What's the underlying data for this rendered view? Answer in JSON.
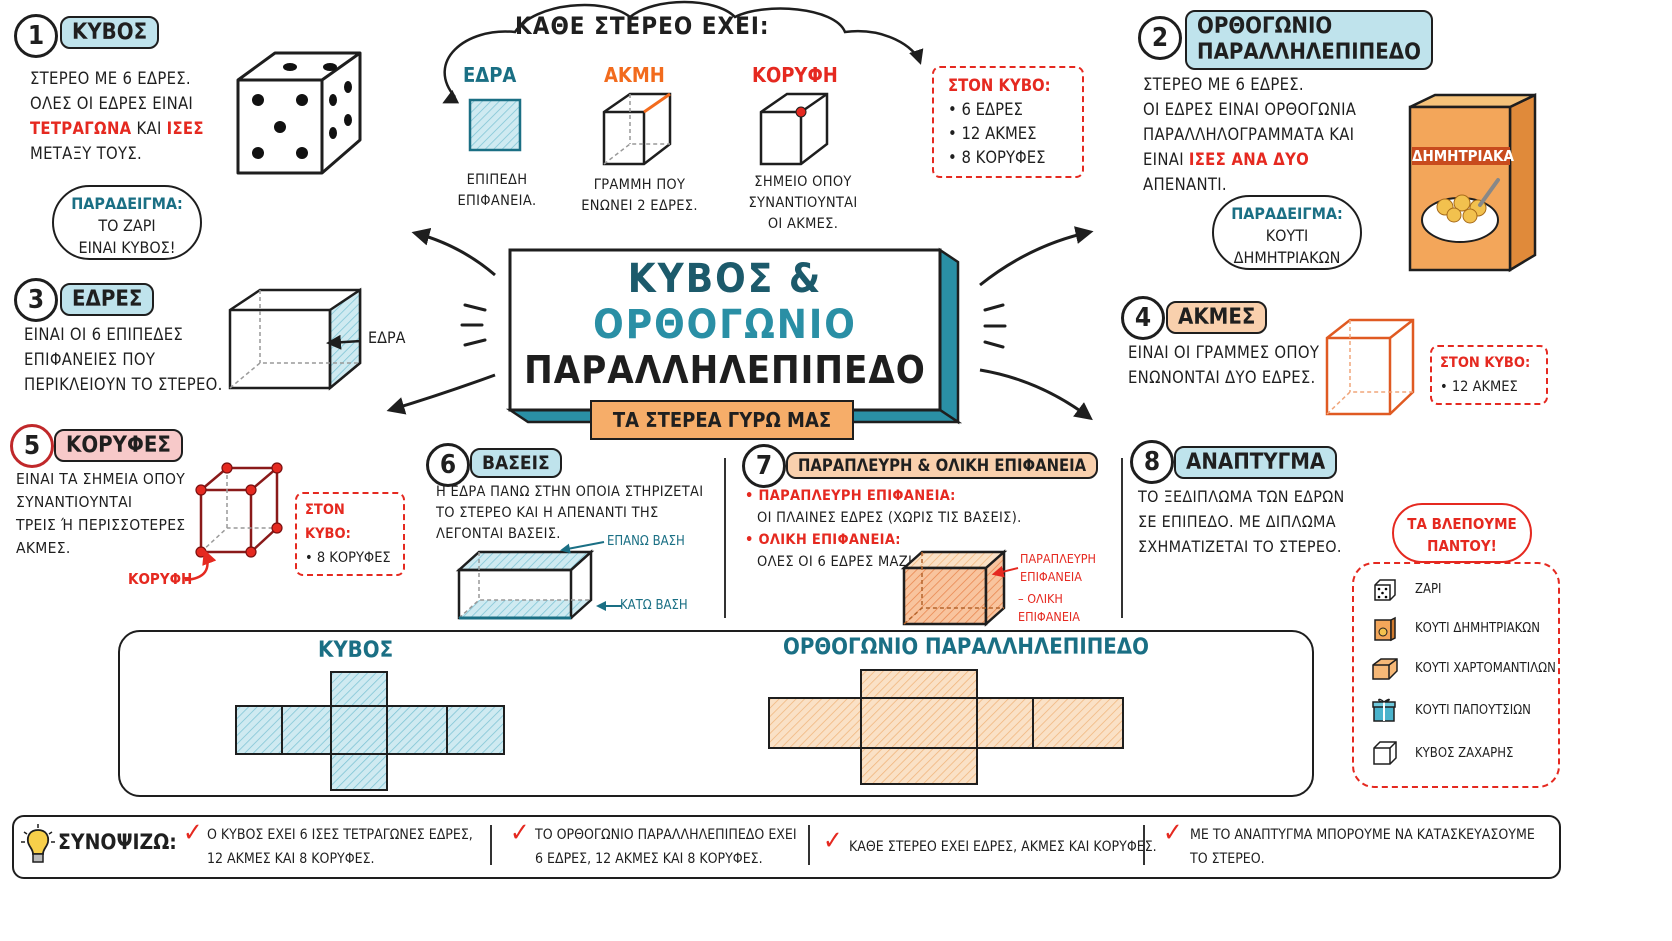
{
  "title": {
    "line1": "ΚΥΒΟΣ &",
    "line2": "ΟΡΘΟΓΩΝΙΟ",
    "line3": "ΠΑΡΑΛΛΗΛΕΠΙΠΕΔΟ",
    "ribbon": "ΤΑ ΣΤΕΡΕΑ ΓΥΡΩ ΜΑΣ"
  },
  "cloud": {
    "heading": "ΚΑΘΕ ΣΤΕΡΕΟ ΕΧΕΙ:",
    "items": [
      {
        "label": "ΕΔΡΑ",
        "desc1": "ΕΠΙΠΕΔΗ",
        "desc2": "ΕΠΙΦΑΝΕΙΑ.",
        "desc3": ""
      },
      {
        "label": "ΑΚΜΗ",
        "desc1": "ΓΡΑΜΜΗ ΠΟΥ",
        "desc2": "ΕΝΩΝΕΙ 2 ΕΔΡΕΣ.",
        "desc3": ""
      },
      {
        "label": "ΚΟΡΥΦΗ",
        "desc1": "ΣΗΜΕΙΟ ΟΠΟΥ",
        "desc2": "ΣΥΝΑΝΤΙΟΥΝΤΑΙ",
        "desc3": "ΟΙ ΑΚΜΕΣ."
      }
    ],
    "cube_box": {
      "title": "ΣΤΟΝ ΚΥΒΟ:",
      "l1": "• 6 ΕΔΡΕΣ",
      "l2": "• 12 ΑΚΜΕΣ",
      "l3": "• 8 ΚΟΡΥΦΕΣ"
    }
  },
  "s1": {
    "num": "1",
    "tag": "ΚΥΒΟΣ",
    "l1": "ΣΤΕΡΕΟ ΜΕ 6 ΕΔΡΕΣ.",
    "l2": "ΟΛΕΣ ΟΙ ΕΔΡΕΣ ΕΙΝΑΙ",
    "l3a": "ΤΕΤΡΑΓΩΝΑ",
    "l3b": " ΚΑΙ ",
    "l3c": "ΙΣΕΣ",
    "l4": "ΜΕΤΑΞΥ ΤΟΥΣ.",
    "bubble_title": "ΠΑΡΑΔΕΙΓΜΑ:",
    "bubble_l1": "ΤΟ ΖΑΡΙ",
    "bubble_l2": "ΕΙΝΑΙ ΚΥΒΟΣ!"
  },
  "s2": {
    "num": "2",
    "tag1": "ΟΡΘΟΓΩΝΙΟ",
    "tag2": "ΠΑΡΑΛΛΗΛΕΠΙΠΕΔΟ",
    "l1": "ΣΤΕΡΕΟ ΜΕ 6 ΕΔΡΕΣ.",
    "l2": "ΟΙ ΕΔΡΕΣ ΕΙΝΑΙ ΟΡΘΟΓΩΝΙΑ",
    "l3": "ΠΑΡΑΛΛΗΛΟΓΡΑΜΜΑΤΑ ΚΑΙ",
    "l4a": "ΕΙΝΑΙ ",
    "l4b": "ΙΣΕΣ ΑΝΑ ΔΥΟ",
    "l5": "ΑΠΕΝΑΝΤΙ.",
    "bubble_title": "ΠΑΡΑΔΕΙΓΜΑ:",
    "bubble_l1": "ΚΟΥΤΙ",
    "bubble_l2": "ΔΗΜΗΤΡΙΑΚΩΝ",
    "box_label": "ΔΗΜΗΤΡΙΑΚΑ"
  },
  "s3": {
    "num": "3",
    "tag": "ΕΔΡΕΣ",
    "l1": "ΕΙΝΑΙ ΟΙ 6 ΕΠΙΠΕΔΕΣ",
    "l2": "ΕΠΙΦΑΝΕΙΕΣ ΠΟΥ",
    "l3": "ΠΕΡΙΚΛΕΙΟΥΝ ΤΟ ΣΤΕΡΕΟ.",
    "pointer": "ΕΔΡΑ"
  },
  "s4": {
    "num": "4",
    "tag": "ΑΚΜΕΣ",
    "l1": "ΕΙΝΑΙ ΟΙ ΓΡΑΜΜΕΣ ΟΠΟΥ",
    "l2": "ΕΝΩΝΟΝΤΑΙ ΔΥΟ ΕΔΡΕΣ.",
    "box_title": "ΣΤΟΝ ΚΥΒΟ:",
    "box_l1": "• 12 ΑΚΜΕΣ"
  },
  "s5": {
    "num": "5",
    "tag": "ΚΟΡΥΦΕΣ",
    "l1": "ΕΙΝΑΙ ΤΑ ΣΗΜΕΙΑ ΟΠΟΥ",
    "l2": "ΣΥΝΑΝΤΙΟΥΝΤΑΙ",
    "l3": "ΤΡΕΙΣ Ή ΠΕΡΙΣΣΟΤΕΡΕΣ",
    "l4": "ΑΚΜΕΣ.",
    "box_title": "ΣΤΟΝ ΚΥΒΟ:",
    "box_l1": "• 8 ΚΟΡΥΦΕΣ",
    "pointer": "ΚΟΡΥΦΗ"
  },
  "s6": {
    "num": "6",
    "tag": "ΒΑΣΕΙΣ",
    "l1": "Η ΕΔΡΑ ΠΑΝΩ ΣΤΗΝ ΟΠΟΙΑ ΣΤΗΡΙΖΕΤΑΙ",
    "l2": "ΤΟ ΣΤΕΡΕΟ ΚΑΙ Η ΑΠΕΝΑΝΤΙ ΤΗΣ",
    "l3": "ΛΕΓΟΝΤΑΙ ΒΑΣΕΙΣ.",
    "top": "ΕΠΑΝΩ ΒΑΣΗ",
    "bottom": "ΚΑΤΩ ΒΑΣΗ"
  },
  "s7": {
    "num": "7",
    "tag": "ΠΑΡΑΠΛΕΥΡΗ & ΟΛΙΚΗ ΕΠΙΦΑΝΕΙΑ",
    "b1": "• ΠΑΡΑΠΛΕΥΡΗ ΕΠΙΦΑΝΕΙΑ:",
    "b1d": "ΟΙ ΠΛΑΙΝΕΣ ΕΔΡΕΣ (ΧΩΡΙΣ ΤΙΣ ΒΑΣΕΙΣ).",
    "b2": "• ΟΛΙΚΗ ΕΠΙΦΑΝΕΙΑ:",
    "b2d": "ΟΛΕΣ ΟΙ 6 ΕΔΡΕΣ ΜΑΖΙ.",
    "lab1a": "ΠΑΡΑΠΛΕΥΡΗ",
    "lab1b": "ΕΠΙΦΑΝΕΙΑ",
    "lab2a": "– ΟΛΙΚΗ",
    "lab2b": "ΕΠΙΦΑΝΕΙΑ"
  },
  "s8": {
    "num": "8",
    "tag": "ΑΝΑΠΤΥΓΜΑ",
    "l1": "ΤΟ ΞΕΔΙΠΛΩΜΑ ΤΩΝ ΕΔΡΩΝ",
    "l2": "ΣΕ ΕΠΙΠΕΔΟ. ΜΕ ΔΙΠΛΩΜΑ",
    "l3": "ΣΧΗΜΑΤΙΖΕΤΑΙ ΤΟ ΣΤΕΡΕΟ."
  },
  "nets": {
    "cube": "ΚΥΒΟΣ",
    "box": "ΟΡΘΟΓΩΝΙΟ ΠΑΡΑΛΛΗΛΕΠΙΠΕΔΟ"
  },
  "everywhere": {
    "title1": "ΤΑ ΒΛΕΠΟΥΜΕ",
    "title2": "ΠΑΝΤΟΥ!",
    "items": [
      "ΖΑΡΙ",
      "ΚΟΥΤΙ ΔΗΜΗΤΡΙΑΚΩΝ",
      "ΚΟΥΤΙ ΧΑΡΤΟΜΑΝΤΙΛΩΝ",
      "ΚΟΥΤΙ ΠΑΠΟΥΤΣΙΩΝ",
      "ΚΥΒΟΣ ΖΑΧΑΡΗΣ"
    ]
  },
  "summary": {
    "title": "ΣΥΝΟΨΙΖΩ:",
    "items": [
      {
        "l1": "Ο ΚΥΒΟΣ ΕΧΕΙ 6 ΙΣΕΣ ΤΕΤΡΑΓΩΝΕΣ ΕΔΡΕΣ,",
        "l2": "12 ΑΚΜΕΣ ΚΑΙ 8 ΚΟΡΥΦΕΣ."
      },
      {
        "l1": "ΤΟ ΟΡΘΟΓΩΝΙΟ ΠΑΡΑΛΛΗΛΕΠΙΠΕΔΟ ΕΧΕΙ",
        "l2": "6 ΕΔΡΕΣ, 12 ΑΚΜΕΣ ΚΑΙ 8 ΚΟΡΥΦΕΣ."
      },
      {
        "l1": "ΚΑΘΕ ΣΤΕΡΕΟ ΕΧΕΙ ΕΔΡΕΣ, ΑΚΜΕΣ ΚΑΙ ΚΟΡΥΦΕΣ.",
        "l2": ""
      },
      {
        "l1": "ΜΕ ΤΟ ΑΝΑΠΤΥΓΜΑ ΜΠΟΡΟΥΜΕ ΝΑ ΚΑΤΑΣΚΕΥΑΣΟΥΜΕ",
        "l2": "ΤΟ ΣΤΕΡΕΟ."
      }
    ]
  },
  "colors": {
    "red": "#e52920",
    "teal": "#1a6f84",
    "orange": "#f26b1d",
    "blue_fill": "#bfe3ec",
    "peach_fill": "#f9d0ad"
  }
}
